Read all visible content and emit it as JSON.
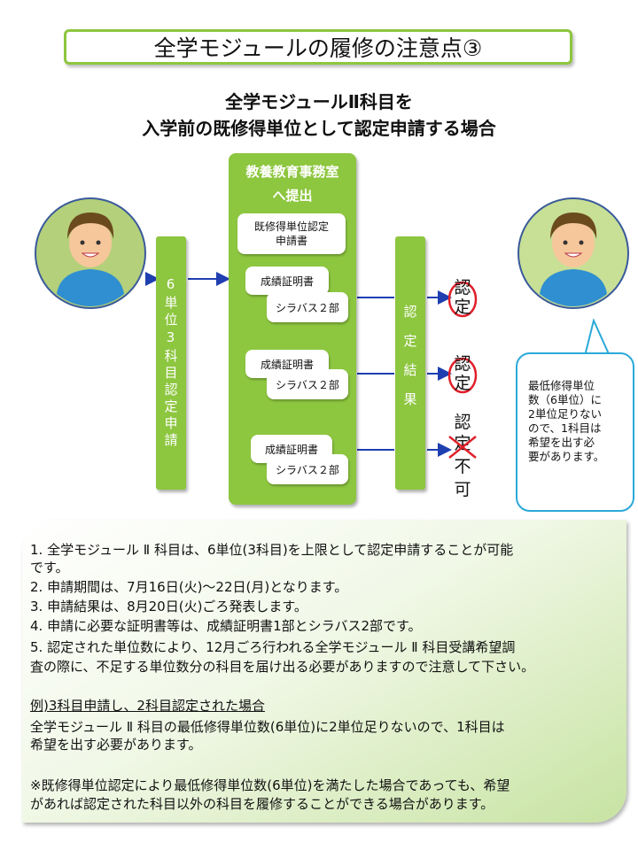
{
  "title": "全学モジュールの履修の注意点③",
  "subtitle": {
    "line1": "全学モジュールⅡ科目を",
    "line2": "入学前の既修得単位として認定申請する場合"
  },
  "flow": {
    "apply_label": "6単位3科目認定申請",
    "office": {
      "title_line1": "教養教育事務室",
      "title_line2": "へ提出",
      "application_doc_line1": "既修得単位認定",
      "application_doc_line2": "申請書",
      "transcript": "成績証明書",
      "syllabus": "シラバス２部"
    },
    "result_label": "認定結果",
    "results": {
      "approved_1": [
        "認",
        "定"
      ],
      "approved_2": [
        "認",
        "定"
      ],
      "rejected": [
        "認",
        "定",
        "不",
        "可"
      ]
    }
  },
  "bubble_text": [
    "最低修得単位",
    "数（6単位）に",
    "2単位足りない",
    "ので、1科目は",
    "希望を出す必",
    "要があります。"
  ],
  "notes": {
    "item1_line1": "1. 全学モジュール Ⅱ 科目は、6単位(3科目)を上限として認定申請することが可能",
    "item1_line2": "です。",
    "item2": "2. 申請期間は、7月16日(火)～22日(月)となります。",
    "item3": "3. 申請結果は、8月20日(火)ごろ発表します。",
    "item4": "4. 申請に必要な証明書等は、成績証明書1部とシラバス2部です。",
    "item5_line1": "5. 認定された単位数により、12月ごろ行われる全学モジュール Ⅱ 科目受講希望調",
    "item5_line2": "査の際に、不足する単位数分の科目を届け出る必要がありますので注意して下さい。",
    "example_heading": "例)3科目申請し、2科目認定された場合",
    "example_line1": "全学モジュール Ⅱ 科目の最低修得単位数(6単位)に2単位足りないので、1科目は",
    "example_line2": "希望を出す必要があります。",
    "remark_line1": "※既修得単位認定により最低修得単位数(6単位)を満たした場合であっても、希望",
    "remark_line2": "があれば認定された科目以外の科目を履修することができる場合があります。"
  },
  "colors": {
    "accent_green": "#8dc63f",
    "arrow_blue": "#1f3fb0",
    "stamp_red": "#e0202a",
    "bubble_border": "#2aa9d8"
  }
}
